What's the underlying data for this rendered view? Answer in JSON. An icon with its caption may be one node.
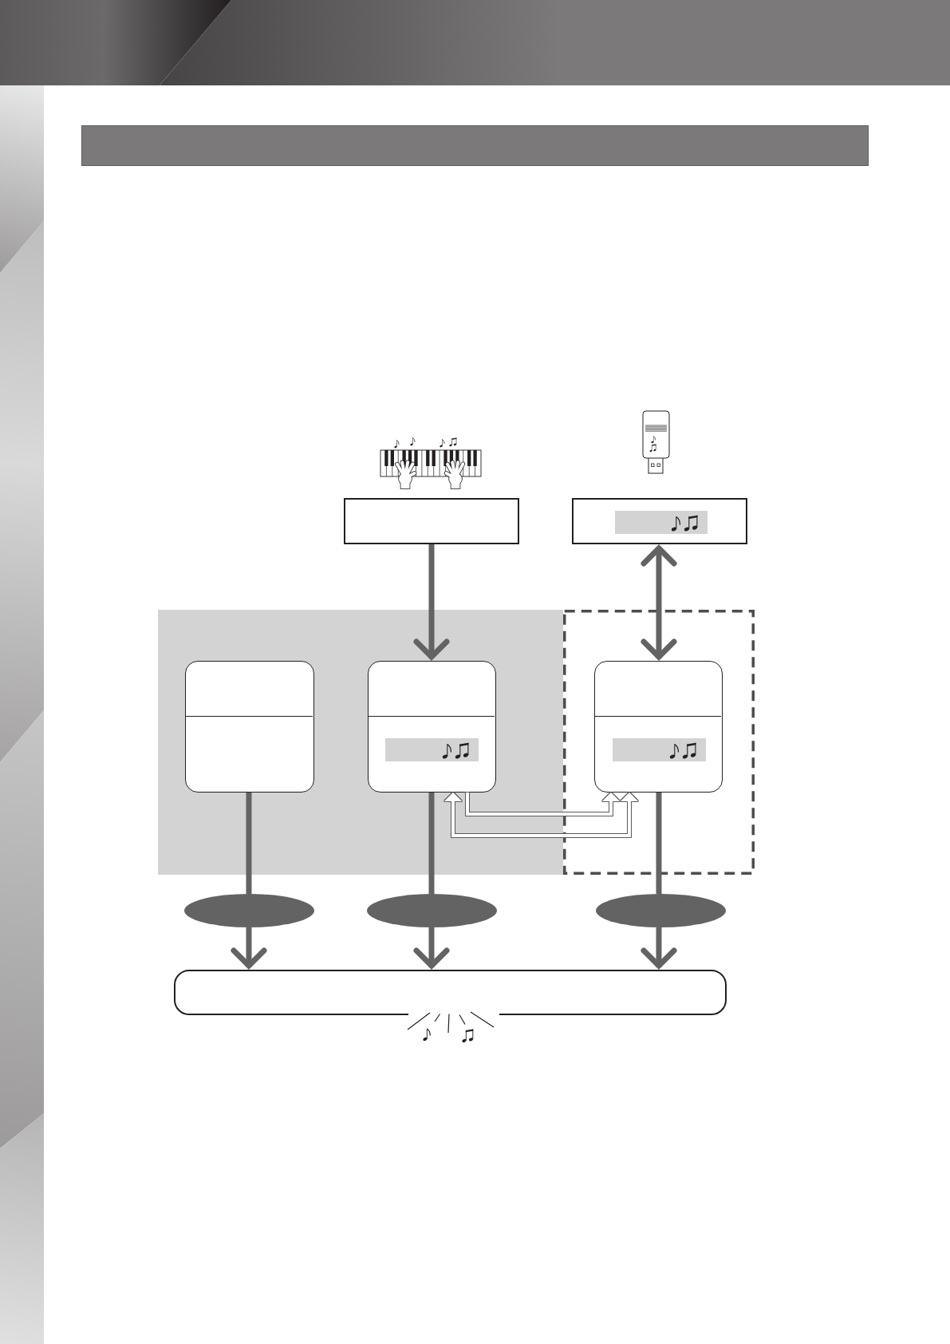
{
  "diagram": {
    "nodes": [
      {
        "text": [],
        "shape": "band"
      },
      {
        "text": [],
        "shape": "box"
      },
      {
        "text": [],
        "shape": "box"
      },
      {
        "text": [],
        "shape": "box"
      },
      {
        "text": [],
        "shape": "box",
        "in": 3
      },
      {
        "text": [],
        "shape": "box",
        "in": 3
      },
      {
        "text": [],
        "shape": "box"
      },
      {
        "text": [],
        "shape": "box",
        "in": 6
      },
      {
        "text": [],
        "shape": "ellipse"
      },
      {
        "text": [],
        "shape": "ellipse"
      },
      {
        "text": [],
        "shape": "ellipse"
      },
      {
        "text": [],
        "shape": "bar"
      }
    ],
    "edges": [
      {
        "from": 1,
        "to": 5,
        "arrow": "to"
      },
      {
        "from": 2,
        "to": 7,
        "arrow": "both"
      },
      {
        "from": 5,
        "to": 7,
        "arrow": "to",
        "color": "#ffffff"
      },
      {
        "from": 5,
        "to": 7,
        "arrow": "both",
        "color": "#ffffff"
      },
      {
        "from": 4,
        "to": 8,
        "arrow": "none"
      },
      {
        "from": 8,
        "to": 11,
        "arrow": "to"
      },
      {
        "from": 5,
        "to": 9,
        "arrow": "none"
      },
      {
        "from": 9,
        "to": 11,
        "arrow": "to"
      },
      {
        "from": 7,
        "to": 10,
        "arrow": "none"
      },
      {
        "from": 10,
        "to": 11,
        "arrow": "to"
      }
    ]
  }
}
